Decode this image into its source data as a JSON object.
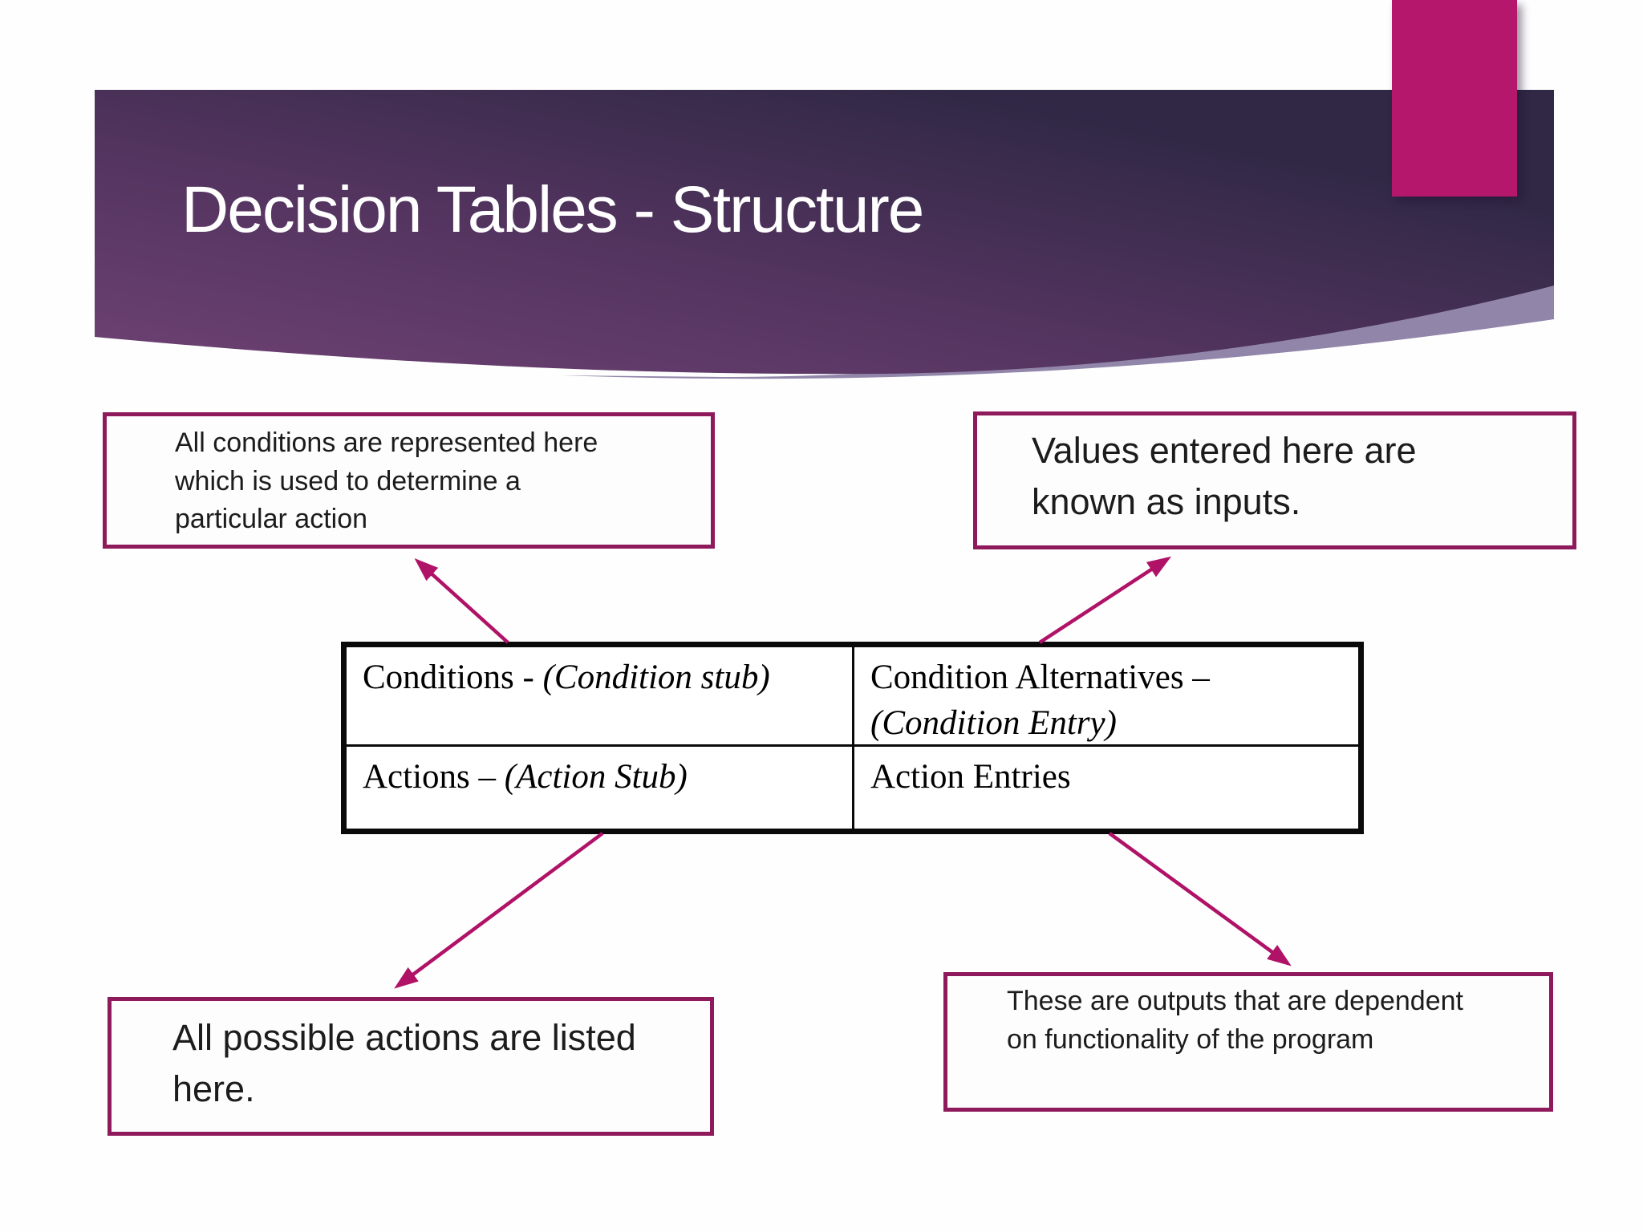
{
  "slide": {
    "title": "Decision Tables - Structure"
  },
  "callouts": {
    "top_left": "All conditions are represented here which is used to determine a particular action",
    "top_right": "Values entered here are known as inputs.",
    "bottom_left": "All possible actions are listed here.",
    "bottom_right": "These are outputs that are dependent on functionality of the program"
  },
  "table": {
    "cells": [
      {
        "label": "Conditions - ",
        "italic": "(Condition stub)"
      },
      {
        "label": "Condition Alternatives – ",
        "italic": "(Condition Entry)"
      },
      {
        "label": "Actions – ",
        "italic": "(Action Stub)"
      },
      {
        "label": "Action Entries",
        "italic": ""
      }
    ]
  },
  "colors": {
    "accent": "#B5176D",
    "callout-border": "#8E1A5C",
    "arrow": "#B01267",
    "banner-top": "#302845",
    "banner-mid": "#53345F",
    "banner-bottom": "#6E4274",
    "banner-wave": "#8B7EA4",
    "table-border": "#0A0A0A",
    "text": "#1C1C1C",
    "title-color": "#FFFFFF"
  }
}
